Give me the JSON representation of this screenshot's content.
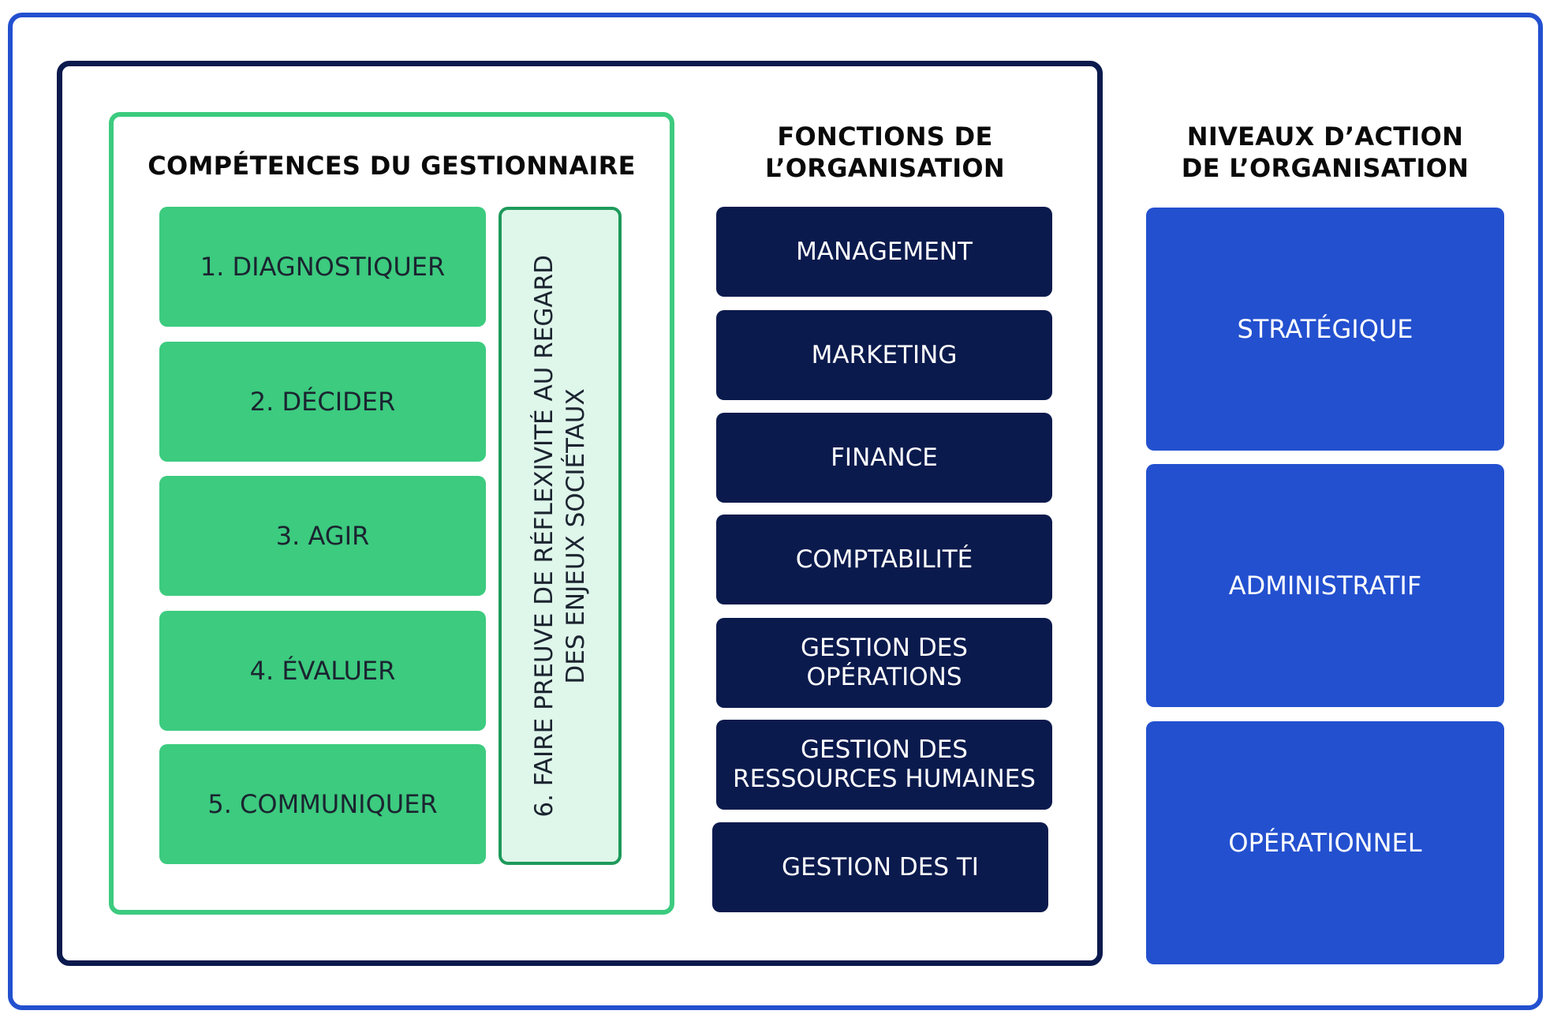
{
  "skills": {
    "title": "COMPÉTENCES DU GESTIONNAIRE",
    "items": [
      "1. DIAGNOSTIQUER",
      "2. DÉCIDER",
      "3. AGIR",
      "4. ÉVALUER",
      "5. COMMUNIQUER"
    ],
    "reflexivity": {
      "line1": "6. FAIRE PREUVE DE RÉFLEXIVITÉ AU REGARD",
      "line2": "DES ENJEUX SOCIÉTAUX"
    }
  },
  "functions": {
    "title_line1": "FONCTIONS DE",
    "title_line2": "L’ORGANISATION",
    "items": [
      {
        "line1": "MANAGEMENT",
        "line2": ""
      },
      {
        "line1": "MARKETING",
        "line2": ""
      },
      {
        "line1": "FINANCE",
        "line2": ""
      },
      {
        "line1": "COMPTABILITÉ",
        "line2": ""
      },
      {
        "line1": "GESTION DES",
        "line2": "OPÉRATIONS"
      },
      {
        "line1": "GESTION DES",
        "line2": "RESSOURCES HUMAINES"
      },
      {
        "line1": "GESTION DES TI",
        "line2": ""
      }
    ]
  },
  "levels": {
    "title_line1": "NIVEAUX D’ACTION",
    "title_line2": "DE L’ORGANISATION",
    "items": [
      "STRATÉGIQUE",
      "ADMINISTRATIF",
      "OPÉRATIONNEL"
    ]
  },
  "colors": {
    "outer_border": "#2350cf",
    "inner_border": "#0b1a4d",
    "skill_green": "#3ccb7f",
    "reflex_bg": "#dff6ea",
    "function_navy": "#0b1a4d",
    "level_blue": "#2350cf"
  }
}
